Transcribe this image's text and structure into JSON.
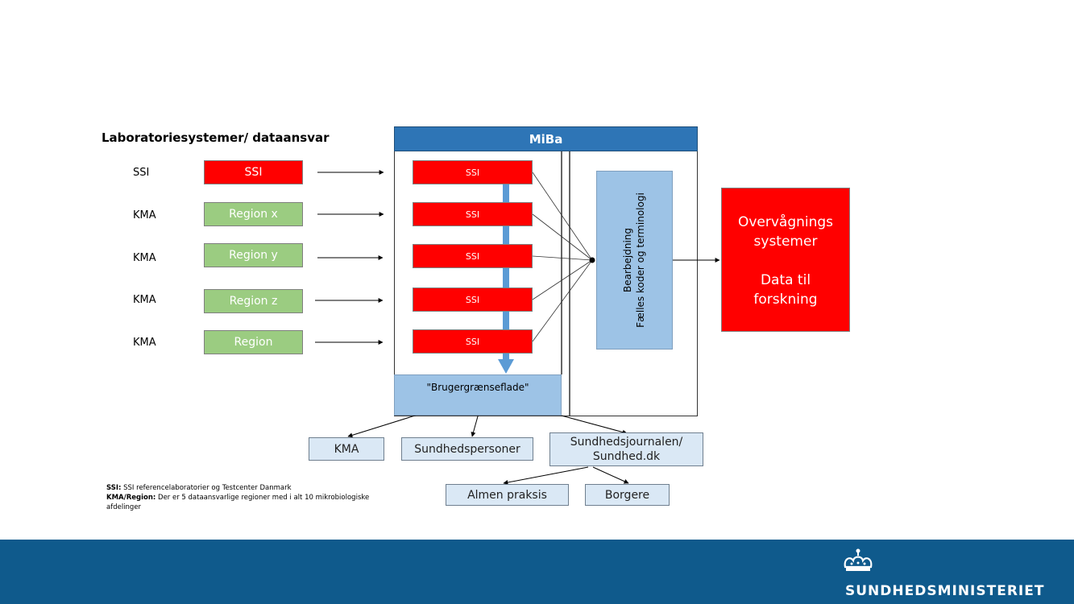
{
  "title": "Laboratoriesystemer/ dataansvar",
  "rows": [
    {
      "label": "SSI",
      "box": "SSI"
    },
    {
      "label": "KMA",
      "box": "Region x"
    },
    {
      "label": "KMA",
      "box": "Region y"
    },
    {
      "label": "KMA",
      "box": "Region z"
    },
    {
      "label": "KMA",
      "box": "Region"
    }
  ],
  "miba": {
    "header": "MiBa",
    "inner_boxes": [
      "SSI",
      "SSI",
      "SSI",
      "SSI",
      "SSI"
    ],
    "bruger": "\"Brugergrænseflade\"",
    "bearbejdning_line1": "Bearbejdning",
    "bearbejdning_line2": "Fælles koder og terminologi"
  },
  "overvaagning": {
    "line1": "Overvågnings",
    "line2": "systemer",
    "line3": "Data til",
    "line4": "forskning"
  },
  "outputs": {
    "kma": "KMA",
    "sundhedspersoner": "Sundhedspersoner",
    "journal_line1": "Sundhedsjournalen/",
    "journal_line2": "Sundhed.dk",
    "almen": "Almen praksis",
    "borgere": "Borgere"
  },
  "footnote": {
    "ssi_key": "SSI:",
    "ssi_text": " SSI referencelaboratorier og Testcenter Danmark",
    "kma_key": "KMA/Region:",
    "kma_text": " Der er 5 dataansvarlige regioner med i alt 10 mikrobiologiske afdelinger"
  },
  "footer": {
    "brand": "SUNDHEDSMINISTERIET",
    "logo_icon": "crown-icon"
  },
  "colors": {
    "red": "#ff0000",
    "green": "#9bcc81",
    "blue_header": "#2e75b6",
    "light_blue": "#9dc3e6",
    "footer_blue": "#0f5a8c"
  }
}
